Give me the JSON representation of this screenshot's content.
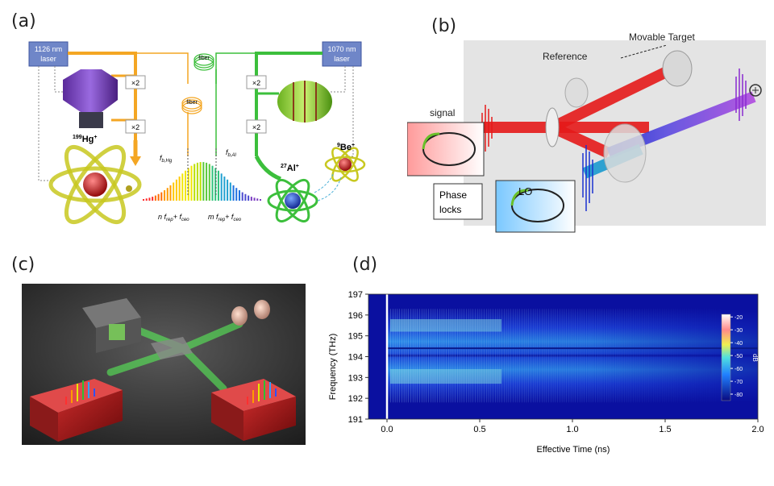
{
  "panels": {
    "a": {
      "label": "(a)",
      "laser_left": "1126 nm\nlaser",
      "laser_left_l1": "1126 nm",
      "laser_left_l2": "laser",
      "laser_right_l1": "1070 nm",
      "laser_right_l2": "laser",
      "doubler": "×2",
      "fiber": "fiber",
      "hg": "Hg",
      "hg_mass": "199",
      "al": "Al",
      "al_mass": "27",
      "be": "Be",
      "be_mass": "9",
      "plus": "+",
      "fb_hg": "f",
      "fb_hg_sub": "b,Hg",
      "fb_al": "f",
      "fb_al_sub": "b,Al",
      "comb_left": "n f",
      "comb_right": "m f",
      "rep_sub": "rep",
      "ceo_part": "+ f",
      "ceo_sub": "ceo"
    },
    "b": {
      "label": "(b)",
      "movable_target": "Movable Target",
      "reference": "Reference",
      "signal": "signal",
      "phase_locks_l1": "Phase",
      "phase_locks_l2": "locks",
      "lo": "LO"
    },
    "c": {
      "label": "(c)"
    },
    "d": {
      "label": "(d)"
    }
  },
  "chart_data": {
    "type": "heatmap",
    "xlabel": "Effective Time (ns)",
    "ylabel": "Frequency (THz)",
    "xlim": [
      -0.1,
      2.0
    ],
    "ylim": [
      191,
      197
    ],
    "xticks": [
      "0.0",
      "0.5",
      "1.0",
      "1.5",
      "2.0"
    ],
    "yticks": [
      "191",
      "192",
      "193",
      "194",
      "195",
      "196",
      "197"
    ],
    "colorbar": {
      "label": "dB",
      "ticks": [
        "-20",
        "-30",
        "-40",
        "-50",
        "-60",
        "-70",
        "-80"
      ],
      "range": [
        -85,
        -18
      ]
    },
    "colors": {
      "low": "#08087a",
      "mid": "#1f7fff",
      "high": "#ffffff"
    }
  }
}
